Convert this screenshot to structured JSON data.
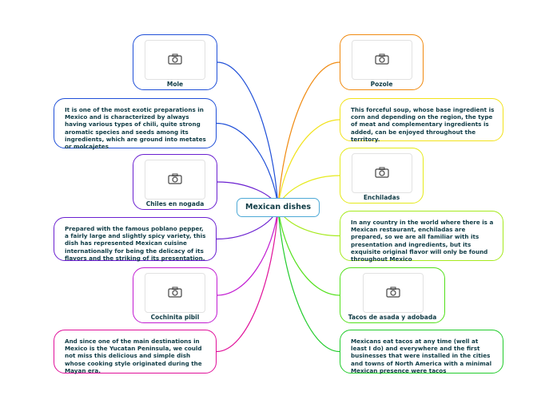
{
  "center": {
    "title": "Mexican dishes"
  },
  "colors": {
    "mole": "#1f4fd8",
    "chiles": "#6a1fd0",
    "cochinita": "#c21bd2",
    "cochinita_text": "#e0109a",
    "pozole": "#f08a10",
    "pozole_text": "#f2e21a",
    "enchiladas": "#e5ea1a",
    "enchiladas_text": "#a6ea1e",
    "tacos": "#52e01a",
    "tacos_text": "#22cc2c",
    "center_border": "#4ea9d6"
  },
  "nodes": {
    "mole": {
      "label": "Mole",
      "icon": "camera-icon"
    },
    "mole_text": {
      "text": "It is one of the most exotic preparations in Mexico and is characterized by always having various types of chili, quite strong aromatic species and seeds among its ingredients, which are ground into metates or molcajetes"
    },
    "chiles": {
      "label": "Chiles en nogada",
      "icon": "camera-icon"
    },
    "chiles_text": {
      "text": "Prepared with the famous poblano pepper, a fairly large and slightly spicy variety, this dish has represented Mexican cuisine internationally for being the delicacy of its flavors and the striking of its presentation."
    },
    "cochinita": {
      "label": "Cochinita pibil",
      "icon": "camera-icon"
    },
    "cochinita_text": {
      "text": "And since one of the main destinations in Mexico is the Yucatan Peninsula, we could not miss this delicious and simple dish whose cooking style originated during the Mayan era."
    },
    "pozole": {
      "label": "Pozole",
      "icon": "camera-icon"
    },
    "pozole_text": {
      "text": "This forceful soup, whose base ingredient is corn and depending on the region, the type of meat and complementary ingredients is added, can be enjoyed throughout the territory."
    },
    "enchiladas": {
      "label": "Enchiladas",
      "icon": "camera-icon"
    },
    "enchiladas_text": {
      "text": "In any country in the world where there is a Mexican restaurant, enchiladas are prepared, so we are all familiar with its presentation and ingredients, but its exquisite original flavor will only be found throughout Mexico"
    },
    "tacos": {
      "label": "Tacos de asada y adobada",
      "icon": "camera-icon"
    },
    "tacos_text": {
      "text": "Mexicans eat tacos at any time (well at least I do) and everywhere and the first businesses that were installed in the cities and towns of North America with a minimal Mexican presence were tacos"
    }
  }
}
